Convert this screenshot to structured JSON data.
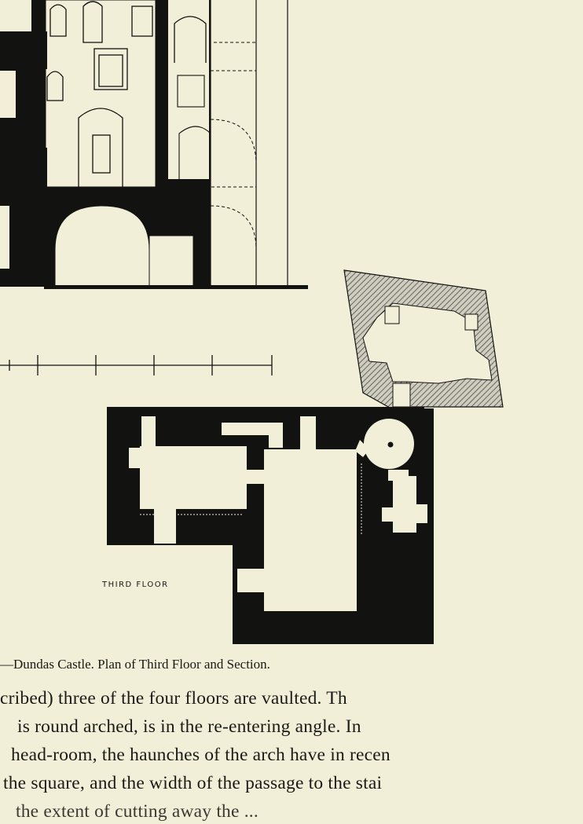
{
  "figure": {
    "floor_label": "THIRD FLOOR",
    "caption": "—Dundas Castle.  Plan of Third Floor and Section."
  },
  "body_text": {
    "lines": [
      "cribed) three of the four floors are vaulted.  Th",
      "is round arched, is in the re-entering angle.  In",
      "head-room, the haunches of the arch have in recen",
      "the square, and the width of the passage to the stai",
      "the extent of cutting away the ..."
    ]
  },
  "colors": {
    "paper": "#f1efd8",
    "ink": "#1a1a16"
  }
}
